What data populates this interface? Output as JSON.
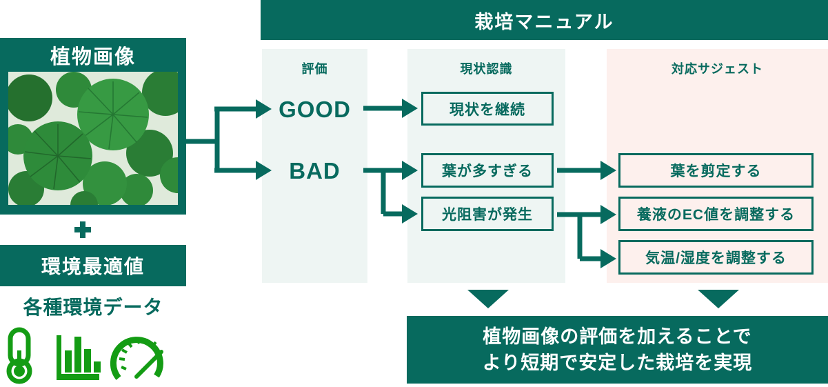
{
  "left_panel": {
    "title": "植物画像",
    "env_title": "環境最適値",
    "env_data_label": "各種環境データ",
    "icon_names": [
      "thermometer-icon",
      "bar-chart-icon",
      "gauge-icon"
    ]
  },
  "manual": {
    "banner_title": "栽培マニュアル",
    "columns": [
      {
        "header": "評価"
      },
      {
        "header": "現状認識"
      },
      {
        "header": "対応サジェスト"
      }
    ],
    "eval_good": "GOOD",
    "eval_bad": "BAD",
    "status_boxes": [
      "現状を継続",
      "葉が多すぎる",
      "光阻害が発生"
    ],
    "suggest_boxes": [
      "葉を剪定する",
      "養液のEC値を調整する",
      "気温/湿度を調整する"
    ]
  },
  "footer": {
    "line1": "植物画像の評価を加えることで",
    "line2": "より短期で安定した栽培を実現"
  },
  "colors": {
    "teal": "#076a5e",
    "eval_column_bg": "#eef5f3",
    "status_column_bg": "#eef5f3",
    "suggest_column_bg": "#fdf0ed",
    "icon_green": "#149c14"
  }
}
